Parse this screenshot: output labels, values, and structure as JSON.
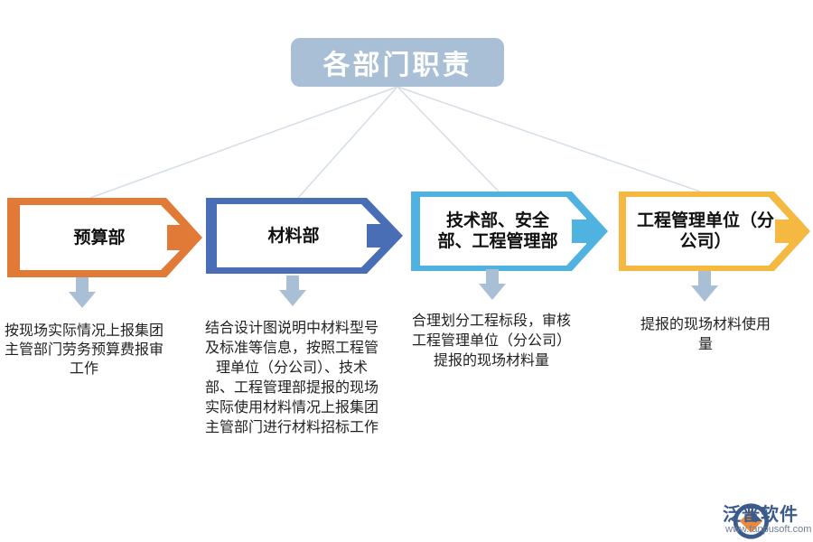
{
  "root": {
    "title": "各部门职责"
  },
  "departments": [
    {
      "name": "预算部",
      "color": "#e07a36",
      "desc": "按现场实际情况上报集团主管部门劳务预算费报审工作"
    },
    {
      "name": "材料部",
      "color": "#4a6eb5",
      "desc": "结合设计图说明中材料型号及标准等信息，按照工程管理单位（分公司）、技术部、工程管理部提报的现场实际使用材料情况上报集团主管部门进行材料招标工作"
    },
    {
      "name": "技术部、安全部、工程管理部",
      "color": "#4fb2e0",
      "desc": "合理划分工程标段，审核工程管理单位（分公司）提报的现场材料量"
    },
    {
      "name": "工程管理单位（分公司）",
      "color": "#f5b941",
      "desc": "提报的现场材料使用量"
    }
  ],
  "colors": {
    "arrow_down": "#a9bfd6",
    "connector": "#d5dde6",
    "root_bg": "#a9bfd6"
  },
  "logo": {
    "name": "泛普软件",
    "url": "www.fanpusoft.com",
    "icon": "fanpu-logo-icon"
  }
}
